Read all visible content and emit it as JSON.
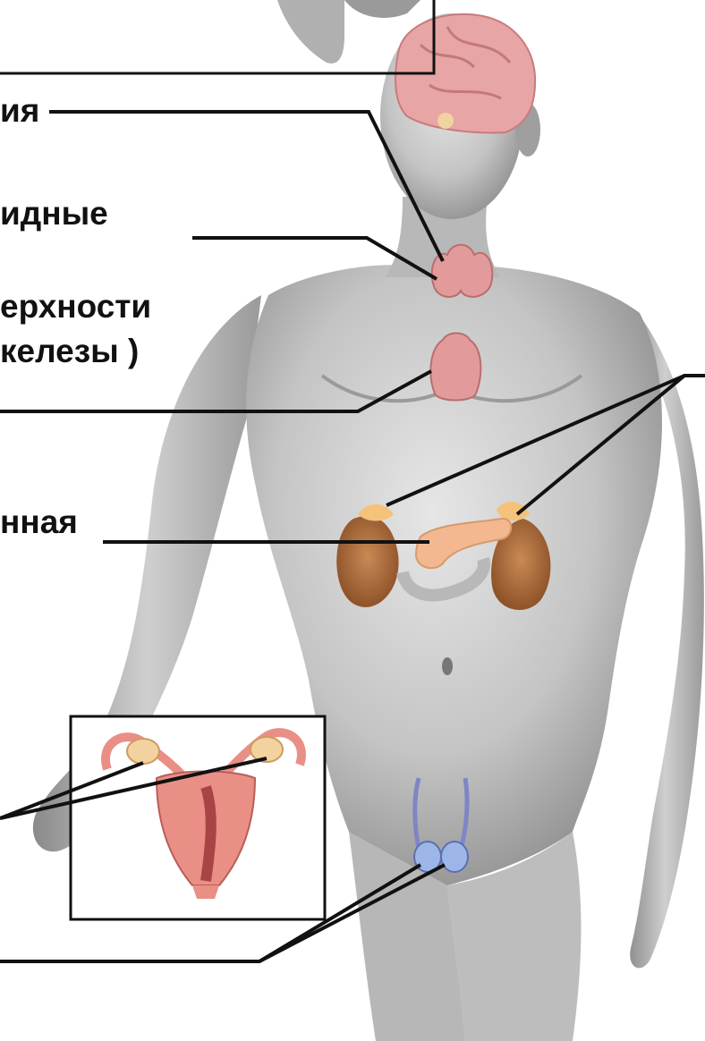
{
  "labels": {
    "pituitary_fragment": "ия",
    "parathyroid_fragment": "идные",
    "thyroid_fragment_line1": "ерхности",
    "thyroid_fragment_line2": "келезы )",
    "pancreas_fragment": "нная"
  },
  "colors": {
    "skin": "#c9c9c9",
    "skin_shadow": "#8f8f8f",
    "brain": "#e7a5a5",
    "thyroid": "#e39a9a",
    "adrenal": "#f5c27a",
    "pancreas": "#f3b890",
    "kidney": "#b06a3a",
    "testis": "#9db6e8",
    "uterus": "#e98f86",
    "line": "#111111"
  }
}
